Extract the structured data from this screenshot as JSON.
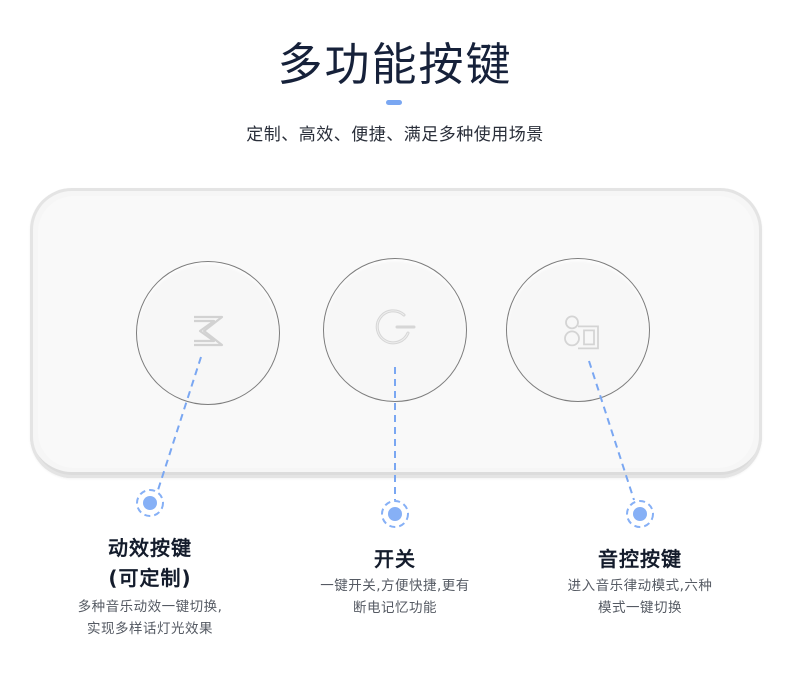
{
  "header": {
    "title": "多功能按键",
    "subtitle": "定制、高效、便捷、满足多种使用场景",
    "accent_color": "#7aa7f2"
  },
  "panel": {
    "buttons": [
      {
        "id": "mode",
        "icon": "m-letter-icon"
      },
      {
        "id": "power",
        "icon": "power-icon"
      },
      {
        "id": "sound",
        "icon": "sound-control-icon"
      }
    ]
  },
  "features": [
    {
      "title_line1": "动效按键",
      "title_line2": "(可定制)",
      "desc_line1": "多种音乐动效一键切换,",
      "desc_line2": "实现多样话灯光效果"
    },
    {
      "title_line1": "开关",
      "desc_line1": "一键开关,方便快捷,更有",
      "desc_line2": "断电记忆功能"
    },
    {
      "title_line1": "音控按键",
      "desc_line1": "进入音乐律动模式,六种",
      "desc_line2": "模式一键切换"
    }
  ],
  "colors": {
    "title": "#16213a",
    "connector": "#7aa7f2",
    "dot": "#86b0f6"
  }
}
